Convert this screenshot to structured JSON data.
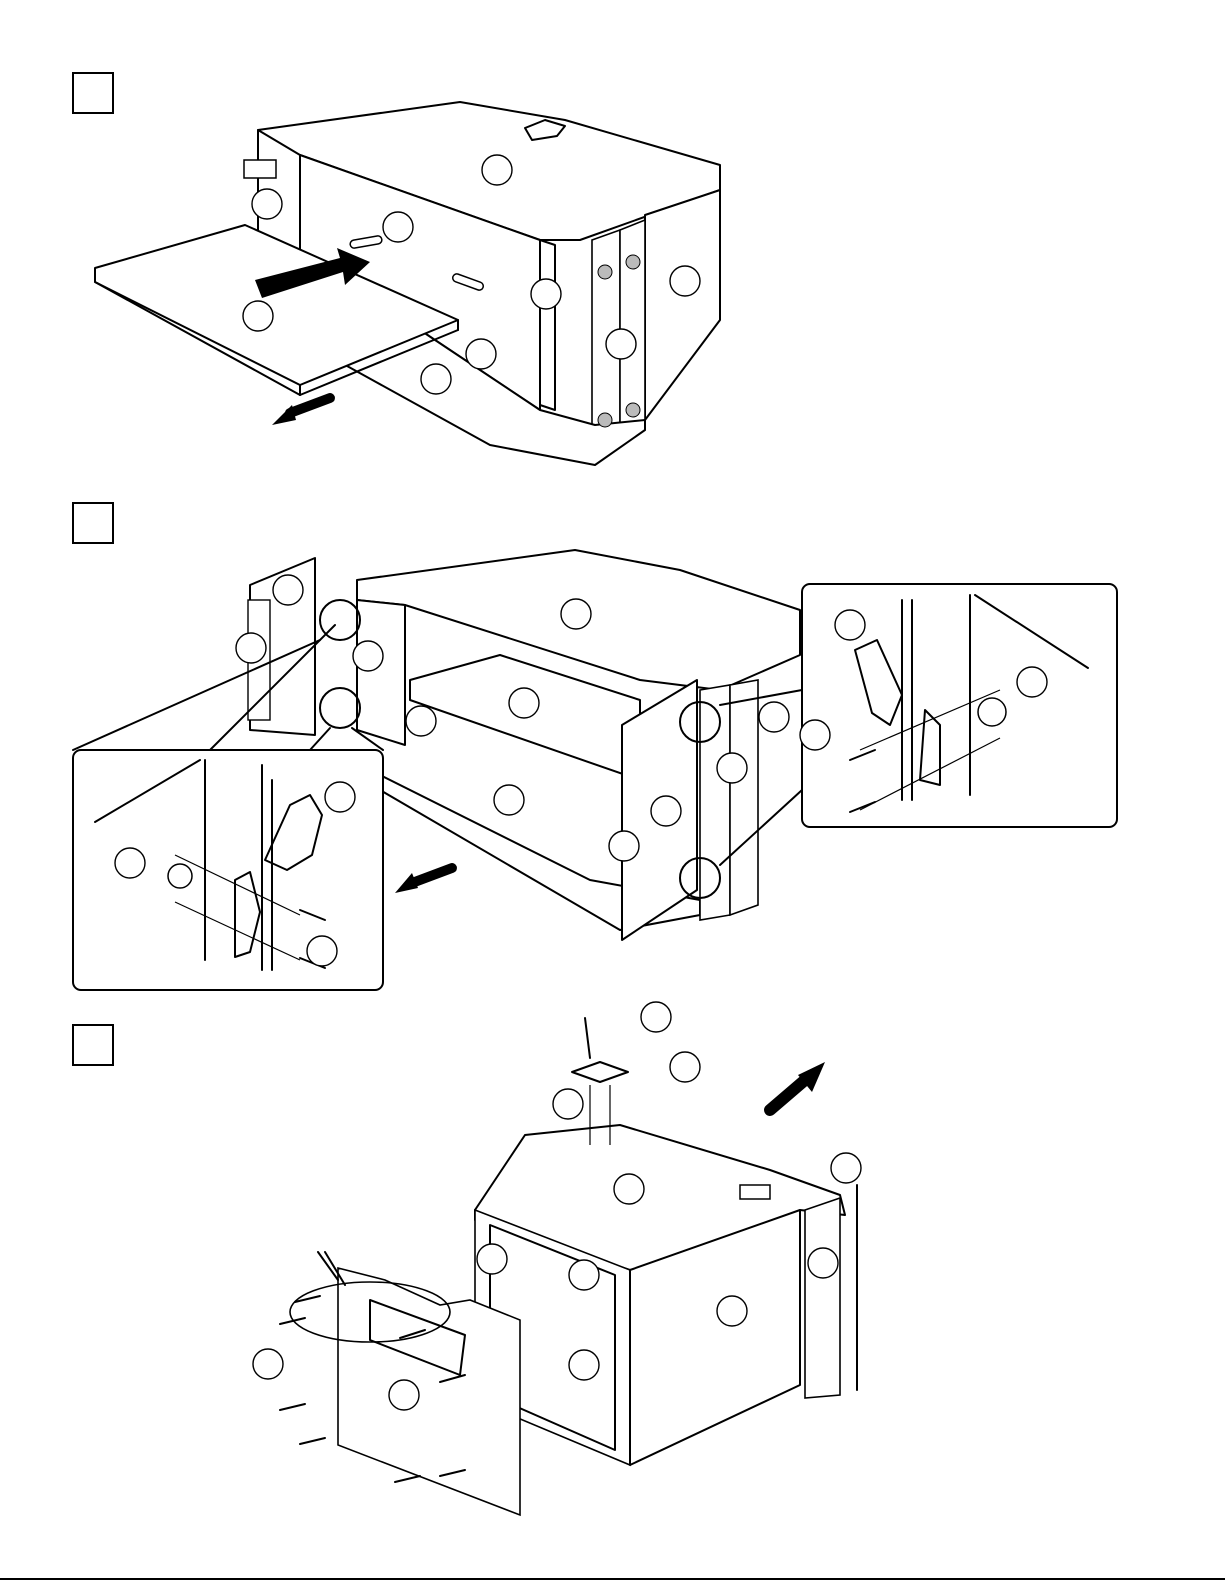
{
  "colors": {
    "ink": "#000000",
    "paper": "#ffffff",
    "dowel_fill": "#bbbbbb"
  },
  "steps": [
    {
      "id": "step-1",
      "label": ""
    },
    {
      "id": "step-2",
      "label": ""
    },
    {
      "id": "step-3",
      "label": ""
    }
  ],
  "icons": [
    "arrow-icon",
    "screw-icon",
    "hinge-icon",
    "dowel-icon",
    "bracket-icon"
  ]
}
